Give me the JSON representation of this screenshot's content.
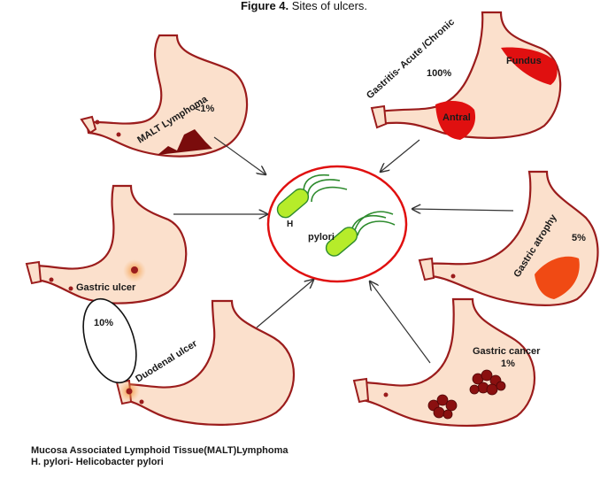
{
  "caption": {
    "figure": "Figure 4.",
    "text": "Sites of ulcers."
  },
  "center": {
    "h": "H",
    "pylori": "pylori"
  },
  "stomachs": {
    "malt": {
      "label": "MALT Lymphoma",
      "pct": "<1%"
    },
    "gastritis": {
      "label": "Gastritis- Acute /Chronic",
      "pct": "100%",
      "fundus": "Fundus",
      "antral": "Antral"
    },
    "gastric_ulcer": {
      "label": "Gastric ulcer"
    },
    "atrophy": {
      "label": "Gastric atrophy",
      "pct": "5%"
    },
    "duodenal": {
      "label": "Duodenal ulcer",
      "pct": "10%"
    },
    "cancer": {
      "label": "Gastric cancer",
      "pct": "1%"
    }
  },
  "legend": [
    "Mucosa  Associated Lymphoid Tissue(MALT)Lymphoma",
    "H. pylori- Helicobacter pylori"
  ],
  "colors": {
    "skin": "#fbe0cc",
    "outline": "#9b1c1c",
    "red": "#e01010",
    "dark": "#7a0c0c",
    "green": "#2e8b2e",
    "lime": "#b6ec2a"
  }
}
